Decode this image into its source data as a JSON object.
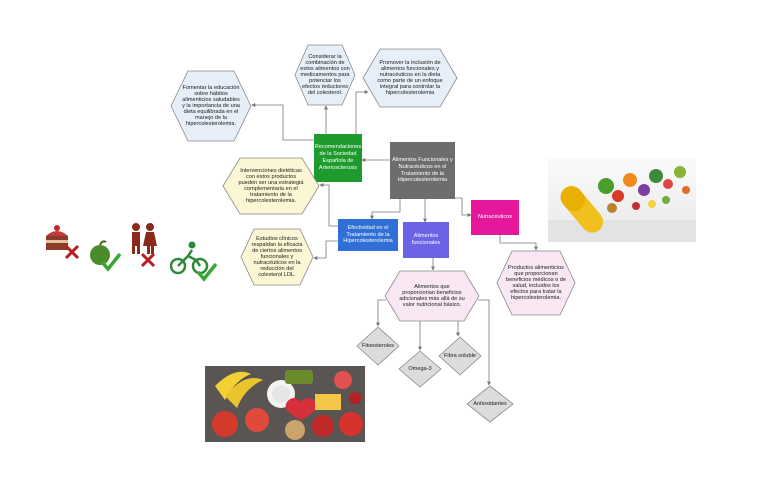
{
  "nodes": {
    "center": "Alimentos Funcionales y Nutracéuticos en el Tratamiento de la Hipercolesterolemia",
    "recomendaciones": "Recomendaciones de la Sociedad Española de Arteriosclerosis",
    "efectividad": "Efectividad en el Tratamiento de la Hipercolesterolemia",
    "funcionales": "Alimentos funcionales",
    "nutraceuticos": "Nutracéuticos",
    "fomentar": "Fomentar la educación sobre hábitos alimenticios saludables y la importancia de una dieta equilibrada en el manejo de la hipercolesterolemia.",
    "considerar": "Considerar la combinación de estos alimentos con medicamentos para potenciar los efectos reductores del colesterol.",
    "promover": "Promover la inclusión de alimentos funcionales y nutracéuticos en la dieta como parte de un enfoque integral para controlar la hipercolesterolemia",
    "intervenciones": "Intervenciones dietéticas con estos productos pueden ser una estrategia complementaria en el tratamiento de la hipercolesterolemia.",
    "estudios": "Estudios clínicos respaldan la eficacia de ciertos alimentos funcionales y nutracéuticos en la reducción del colesterol LDL.",
    "productos": "Productos alimenticios que proporcionan beneficios médicos o de salud, incluidos los efectos para tratar la hipercolesterolemia.",
    "alimentos_def": "Alimentos que proporcionan beneficios adicionales más allá de su valor nutricional básico.",
    "fitoesteroles": "Fitoesteroles",
    "omega3": "Omega-3",
    "fibra": "Fibra soluble",
    "antioxidantes": "Antioxidantes"
  },
  "colors": {
    "center": "#6d6d6d",
    "recomendaciones": "#1f9a2e",
    "efectividad": "#2f6fd6",
    "funcionales": "#6b63e6",
    "nutraceuticos": "#e5179a",
    "light_blue": "#e6eef8",
    "light_yellow": "#fbf6d4",
    "light_pink": "#f9e8f4",
    "diamond": "#dcdcdc",
    "line": "#777777"
  },
  "icons": [
    "cake-icon",
    "cross-icon",
    "apple-icon",
    "check-icon",
    "couple-icon",
    "cyclist-icon"
  ],
  "images": [
    "pills-vegetables-photo",
    "healthy-food-photo"
  ]
}
